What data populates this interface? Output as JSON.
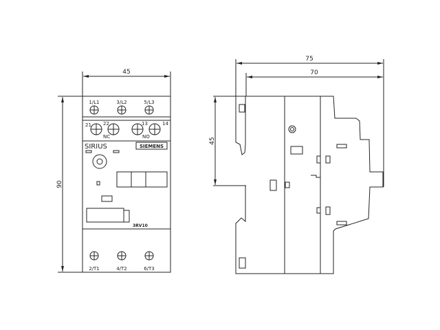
{
  "front_view": {
    "dim_width": "45",
    "dim_height": "90",
    "top_terminals": [
      "1/L1",
      "3/L2",
      "5/L3"
    ],
    "aux_labels": [
      "21",
      "22",
      "13",
      "14"
    ],
    "aux_nc": "NC",
    "aux_no": "NO",
    "brand_series": "SIRIUS",
    "brand_logo": "SIEMENS",
    "model": "3RV10",
    "bottom_terminals": [
      "2/T1",
      "4/T2",
      "6/T3"
    ]
  },
  "side_view": {
    "dim_depth_total": "75",
    "dim_depth_rail": "70",
    "dim_rail_height": "45"
  }
}
